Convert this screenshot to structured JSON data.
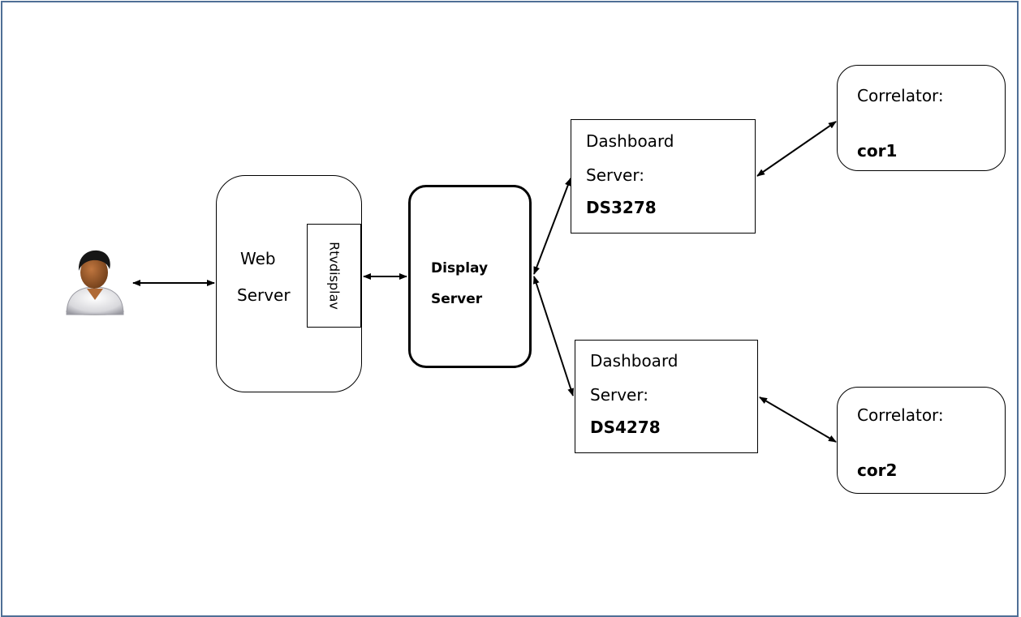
{
  "user": {
    "icon": "user-avatar-icon"
  },
  "web_server": {
    "line1": "Web",
    "line2": "Server",
    "component": "Rtvdisplav"
  },
  "display_server": {
    "line1": "Display",
    "line2": "Server"
  },
  "dashboard_servers": [
    {
      "line1": "Dashboard",
      "line2": "Server:",
      "id": "DS3278"
    },
    {
      "line1": "Dashboard",
      "line2": "Server:",
      "id": "DS4278"
    }
  ],
  "correlators": [
    {
      "label": "Correlator:",
      "id": "cor1"
    },
    {
      "label": "Correlator:",
      "id": "cor2"
    }
  ],
  "colors": {
    "frame_border": "#4f6f96",
    "stroke": "#000000"
  }
}
